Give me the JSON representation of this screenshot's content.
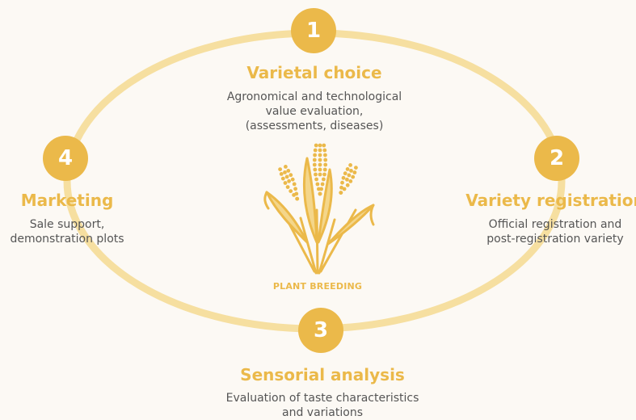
{
  "colors": {
    "accent": "#ebb94a",
    "ring": "#f6dfa0",
    "text": "#555555",
    "background": "#fcf9f4"
  },
  "steps": [
    {
      "number": "1",
      "title": "Varietal choice",
      "lines": [
        "Agronomical and technological",
        "value evaluation,",
        "(assessments, diseases)"
      ]
    },
    {
      "number": "2",
      "title": "Variety registration",
      "lines": [
        "Official registration and",
        "post-registration variety"
      ]
    },
    {
      "number": "3",
      "title": "Sensorial analysis",
      "lines": [
        "Evaluation of taste characteristics",
        "and variations"
      ]
    },
    {
      "number": "4",
      "title": "Marketing",
      "lines": [
        "Sale support,",
        "demonstration plots"
      ]
    }
  ],
  "center": {
    "icon": "corn-plant-icon",
    "label": "PLANT BREEDING"
  }
}
